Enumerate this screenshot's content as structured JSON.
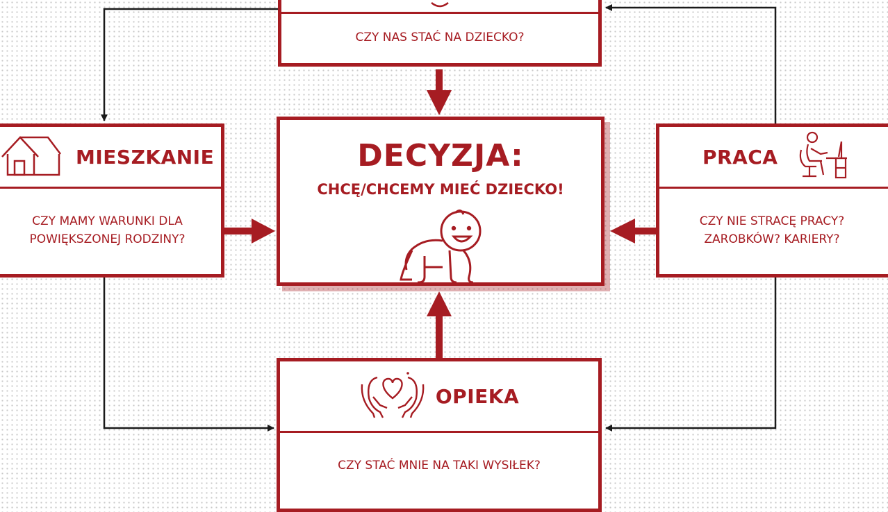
{
  "colors": {
    "accent": "#a61c22",
    "connector": "#1a1a1a"
  },
  "decision": {
    "title": "DECYZJA:",
    "subtitle": "CHCĘ/CHCEMY MIEĆ DZIECKO!",
    "icon": "crawling-baby-icon"
  },
  "money": {
    "question": "CZY NAS STAĆ NA DZIECKO?",
    "icon": "money-icon"
  },
  "home": {
    "title": "MIESZKANIE",
    "question_lines": [
      "CZY MAMY WARUNKI DLA",
      "POWIĘKSZONEJ RODZINY?"
    ],
    "icon": "house-icon"
  },
  "work": {
    "title": "PRACA",
    "question_lines": [
      "CZY NIE STRACĘ PRACY?",
      "ZAROBKÓW? KARIERY?"
    ],
    "icon": "desk-worker-icon"
  },
  "care": {
    "title": "OPIEKA",
    "question": "CZY STAĆ MNIE NA TAKI WYSIŁEK?",
    "icon": "caring-hands-heart-icon"
  }
}
